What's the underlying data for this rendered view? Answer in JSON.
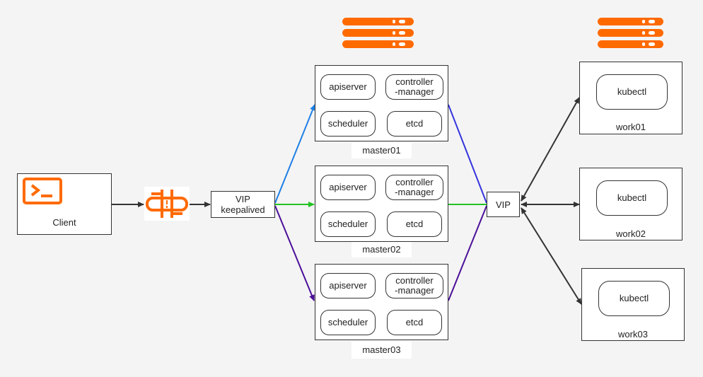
{
  "client": {
    "label": "Client"
  },
  "vip_left": {
    "label": "VIP\nkeepalived"
  },
  "vip_right": {
    "label": "VIP"
  },
  "masters": [
    {
      "name": "master01",
      "components": [
        "apiserver",
        "controller\n-manager",
        "scheduler",
        "etcd"
      ]
    },
    {
      "name": "master02",
      "components": [
        "apiserver",
        "controller\n-manager",
        "scheduler",
        "etcd"
      ]
    },
    {
      "name": "master03",
      "components": [
        "apiserver",
        "controller\n-manager",
        "scheduler",
        "etcd"
      ]
    }
  ],
  "workers": [
    {
      "name": "work01",
      "component": "kubectl"
    },
    {
      "name": "work02",
      "component": "kubectl"
    },
    {
      "name": "work03",
      "component": "kubectl"
    }
  ],
  "icons": {
    "terminal": "terminal-icon",
    "load_balancer": "load-balancer-icon",
    "server_stack": "server-stack-icon"
  },
  "colors": {
    "accent": "#ff6a00",
    "line_master01": "#1f7fe5",
    "line_master02": "#22c322",
    "line_master03": "#4b0f99",
    "line_vip_master01": "#3333dd",
    "line_vip_master02": "#22c322",
    "line_vip_master03": "#4b0f99",
    "line_default": "#333333"
  }
}
